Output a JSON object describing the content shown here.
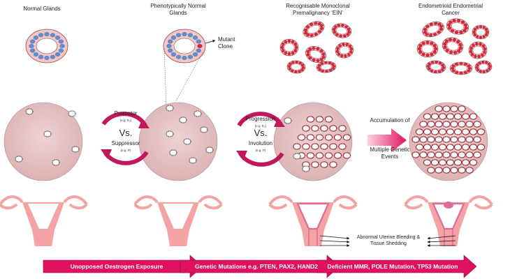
{
  "stages": [
    {
      "title": "Normal Glands"
    },
    {
      "title": "Phenotypically Normal Glands",
      "callout": "Mutant Clone"
    },
    {
      "title": "Recognisable Monoclonal Premalignancy ‘EIN’"
    },
    {
      "title": "Endometrioid Endometrial Cancer"
    }
  ],
  "cycle1": {
    "top": "Promotor",
    "top_sub": "(e.g. E₂)",
    "vs": "Vs.",
    "bottom": "Suppressor",
    "bottom_sub": "(e.g. P)"
  },
  "cycle2": {
    "top": "Progression",
    "top_sub": "(e.g. E₂)",
    "vs": "Vs.",
    "bottom": "Involution",
    "bottom_sub": "(e.g. P)"
  },
  "accumulation": {
    "top": "Accumulation of",
    "bottom": "Multiple Genetic Events"
  },
  "bleeding": "Abnormal Uterine Bleeding & Tissue Shedding",
  "timeline": [
    {
      "label": "Unopposed Oestrogen Exposure"
    },
    {
      "label": "Genetic Mutations e.g. PTEN, PAX2, HAND2"
    },
    {
      "label": "Deficient MMR, POLE Mutation, TP53 Mutation"
    }
  ],
  "colors": {
    "tissue": "#e8c9c9",
    "uterus": "#f3a3a3",
    "uterus_dark": "#e06a9a",
    "arrow": "#e0115f",
    "gland_cell_normal": "#5b8fd6",
    "gland_cell_mutant": "#d7263d",
    "gland_stroma": "#f6c6c6"
  }
}
